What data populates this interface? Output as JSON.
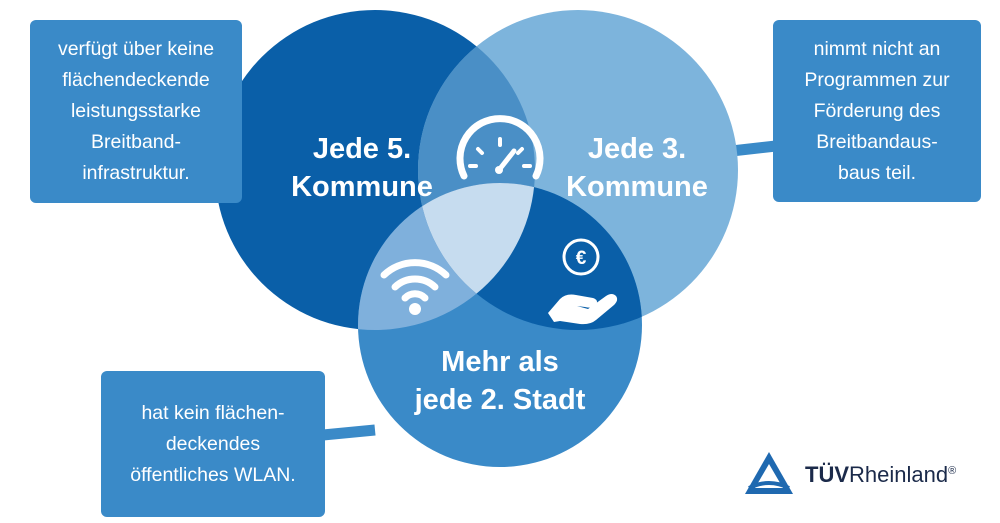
{
  "colors": {
    "circle_a": "#0a5fa8",
    "circle_b": "#7db4dc",
    "circle_c": "#3a8ac8",
    "overlap_ab": "#4a8fc6",
    "overlap_ac": "#7fb0dc",
    "overlap_bc": "#0a5fa8",
    "center": "#c6dcef",
    "callout": "#3a8ac8",
    "logo_text": "#1b2a4a",
    "logo_mark": "#1f69b0"
  },
  "callouts": {
    "left": [
      "verfügt über keine",
      "flächendeckende",
      "leistungsstarke",
      "Breitband-",
      "infrastruktur."
    ],
    "right": [
      "nimmt nicht an",
      "Programmen zur",
      "Förderung des",
      "Breitbandaus-",
      "baus teil."
    ],
    "bottom": [
      "hat kein flächen-",
      "deckendes",
      "öffentliches WLAN."
    ]
  },
  "circles": {
    "a": {
      "line1": "Jede 5.",
      "line2": "Kommune"
    },
    "b": {
      "line1": "Jede 3.",
      "line2": "Kommune"
    },
    "c": {
      "line1": "Mehr als",
      "line2": "jede 2. Stadt"
    }
  },
  "icons": {
    "top_overlap": "speedometer-icon",
    "left_overlap": "wifi-icon",
    "right_overlap": "hand-euro-icon",
    "euro_symbol": "€"
  },
  "logo": {
    "bold": "TÜV",
    "regular": "Rheinland",
    "mark": "®"
  }
}
